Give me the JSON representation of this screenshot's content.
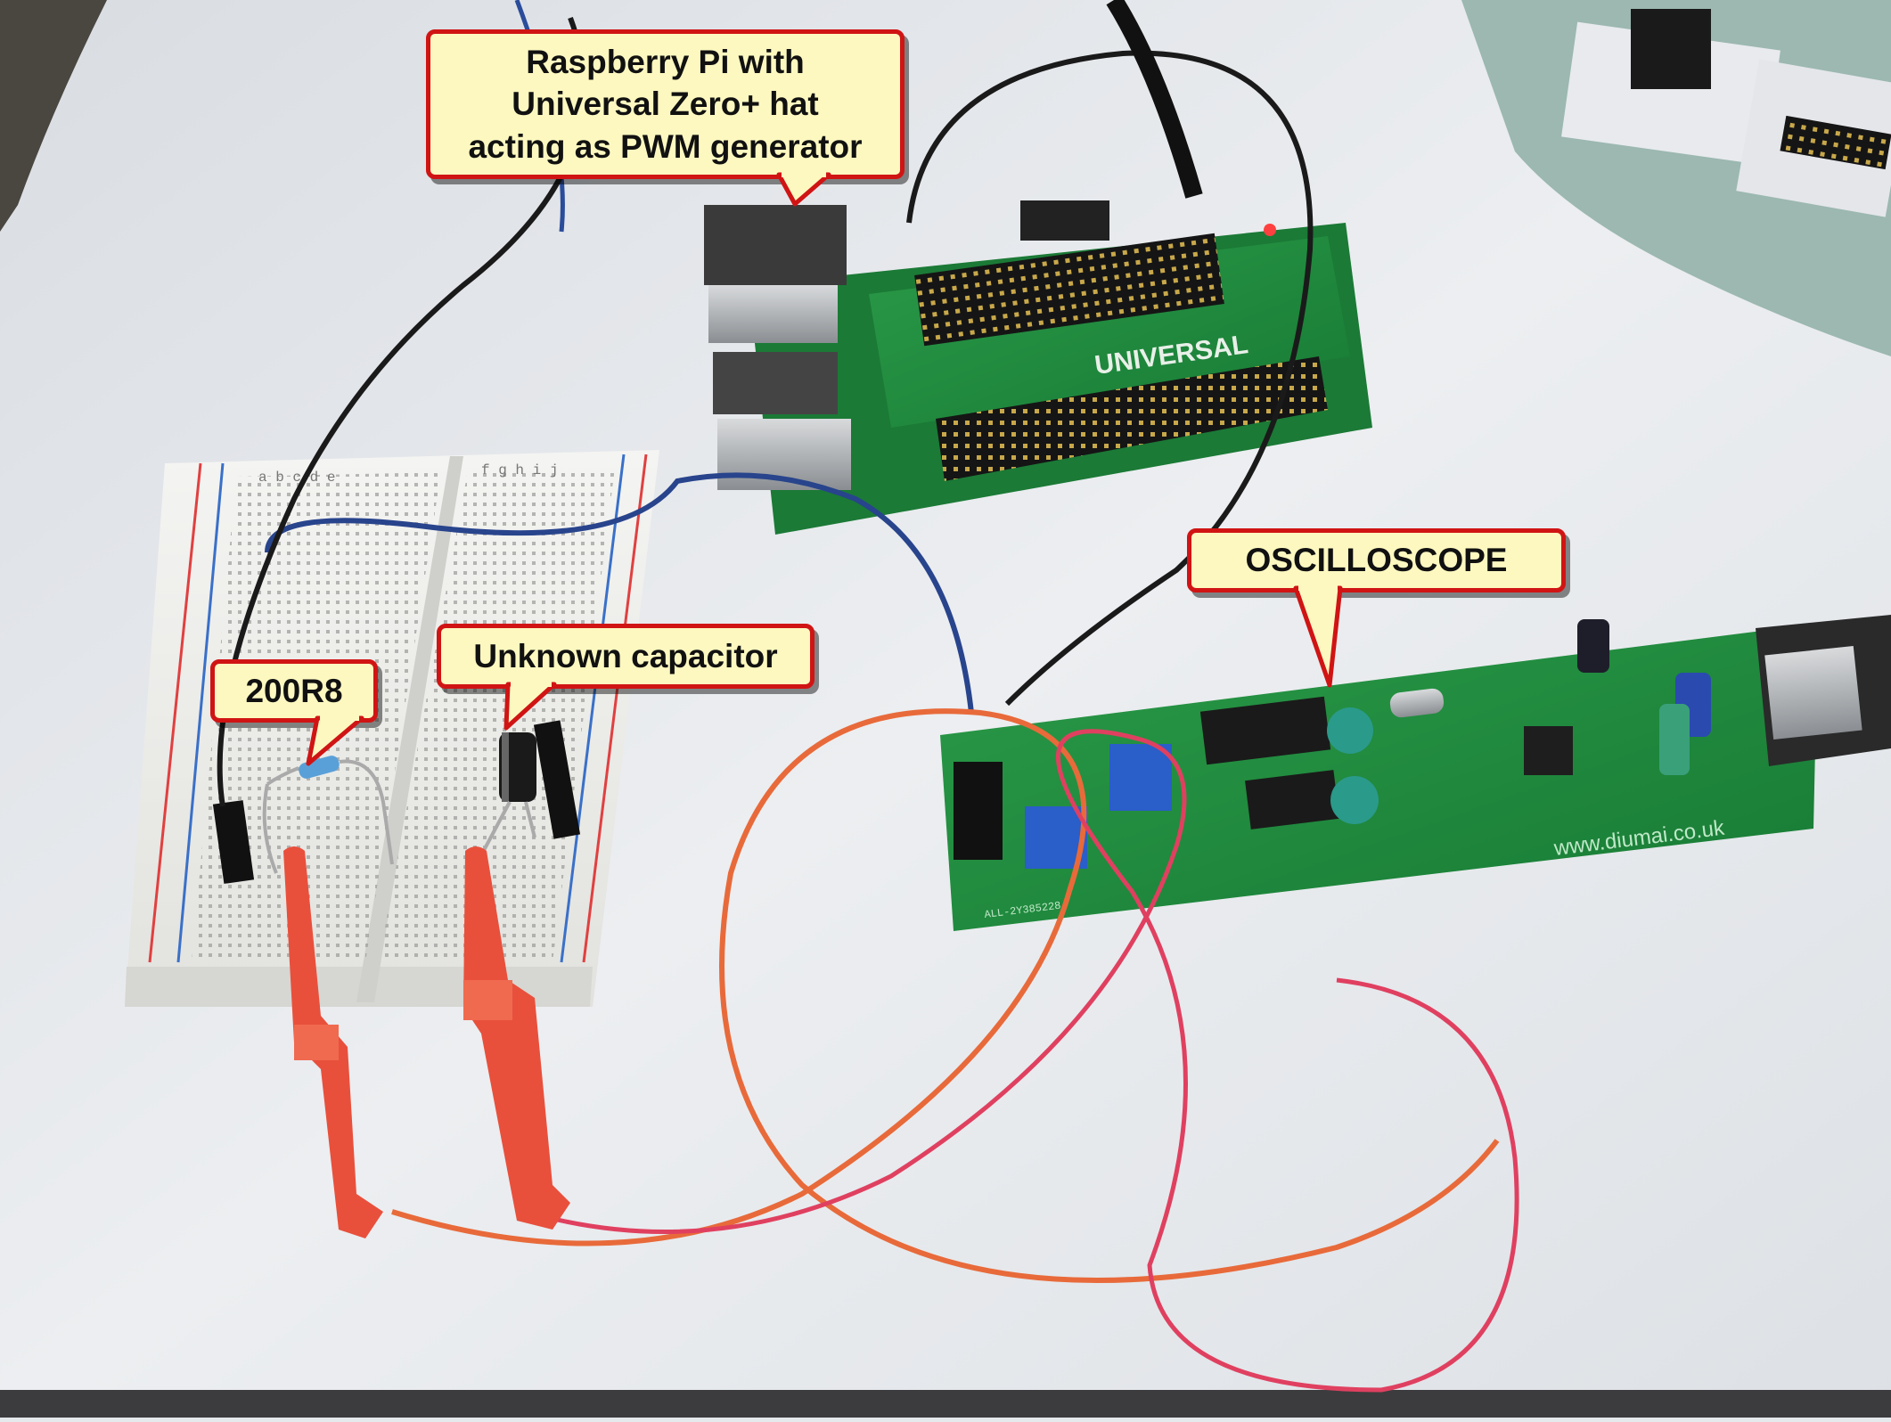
{
  "colors": {
    "callout_fill": "#fdf8c0",
    "callout_border": "#d01414",
    "table_surface": "#e6e9ec",
    "pcb_green": "#1f8a3c",
    "probe_red": "#e8503c",
    "wire_blue": "#28448c",
    "wire_black": "#1a1a1a"
  },
  "callouts": {
    "raspberry_pi": {
      "lines": [
        "Raspberry Pi with",
        "Universal Zero+ hat",
        "acting as PWM generator"
      ]
    },
    "oscilloscope": {
      "label": "OSCILLOSCOPE"
    },
    "capacitor": {
      "label": "Unknown capacitor"
    },
    "resistor": {
      "label": "200R8"
    }
  },
  "silkscreen": {
    "hat_logo": "UNIVERSAL",
    "scope_url": "www.diumai.co.uk",
    "scope_part": "ALL-2Y385228",
    "breadboard_cols_left": "a b c d e",
    "breadboard_cols_right": "f g h i j"
  }
}
